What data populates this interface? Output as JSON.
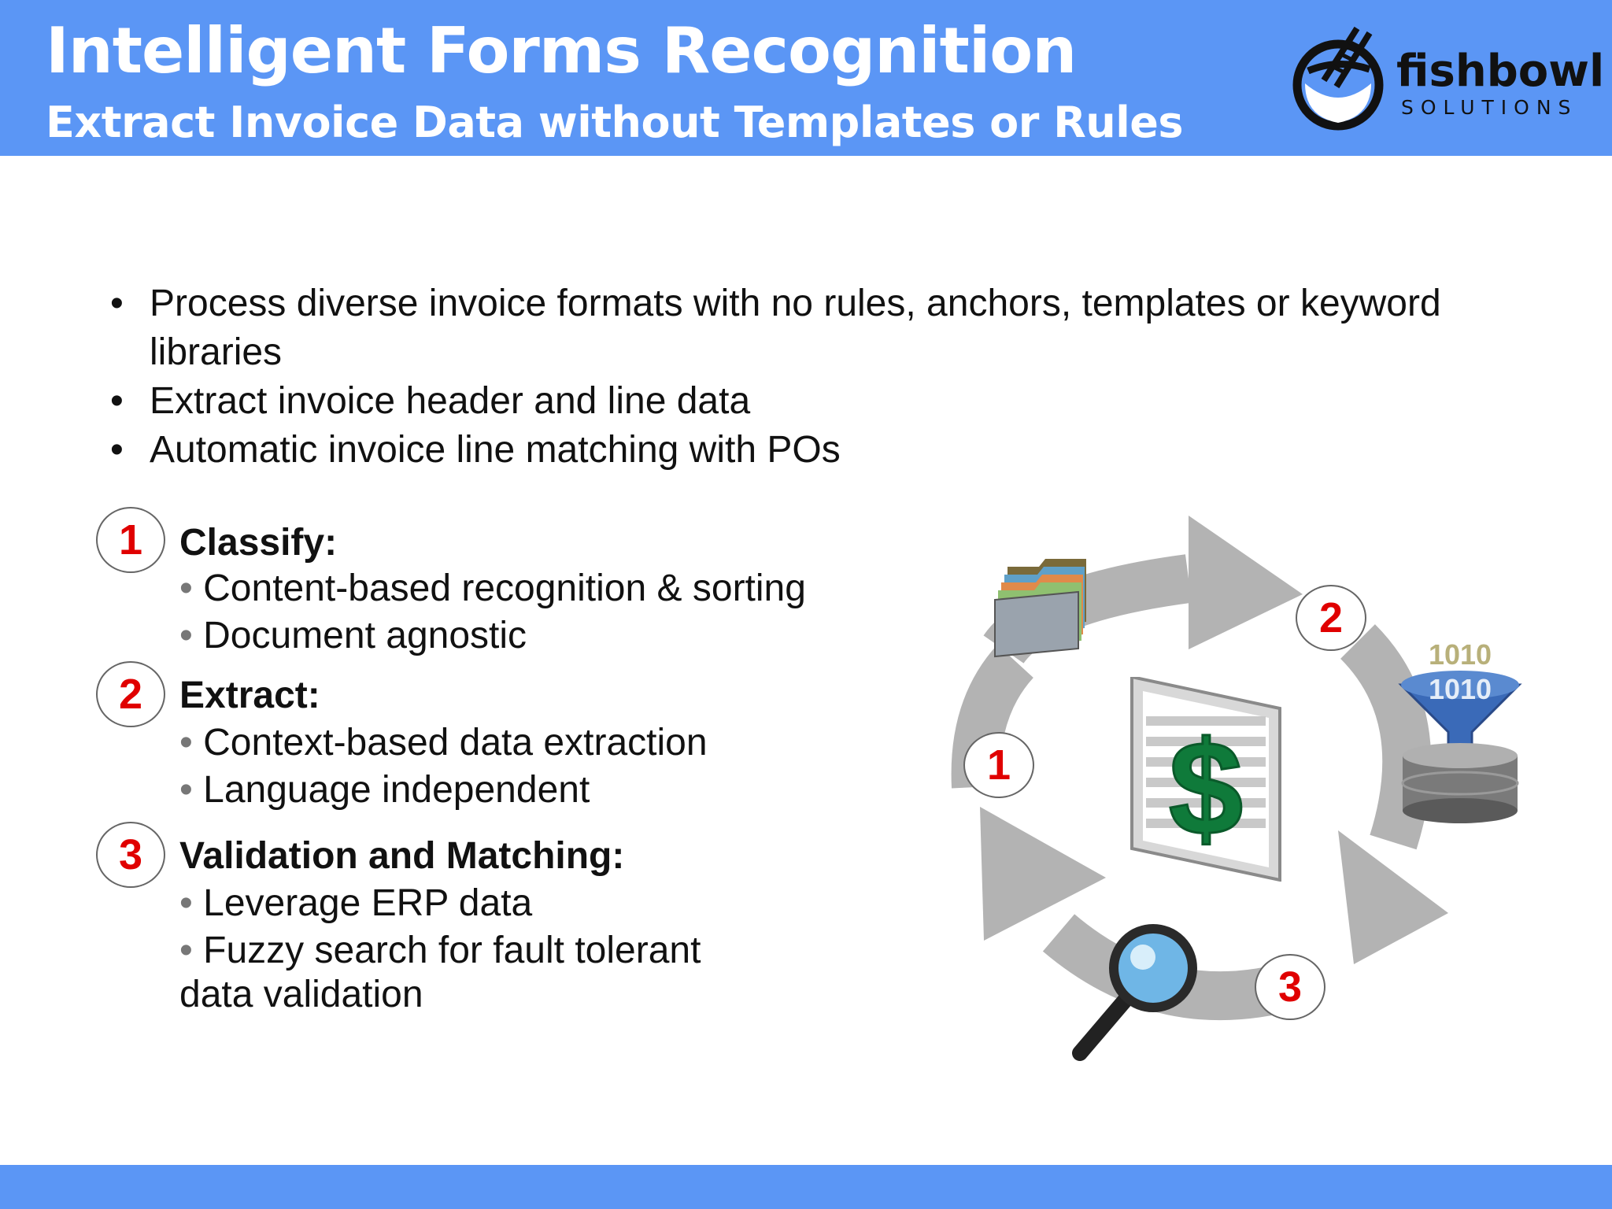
{
  "header": {
    "title": "Intelligent Forms Recognition",
    "subtitle": "Extract Invoice Data without Templates or Rules",
    "logo": {
      "word": "fishbowl",
      "sub": "SOLUTIONS"
    }
  },
  "bullets": [
    {
      "marker": "•",
      "lines": [
        "Process diverse invoice formats with no rules, anchors, templates or keyword",
        "libraries"
      ]
    },
    {
      "marker": "•",
      "lines": [
        "Extract invoice header and line data"
      ]
    },
    {
      "marker": "•",
      "lines": [
        "Automatic invoice line matching with POs"
      ]
    }
  ],
  "steps": [
    {
      "number": "1",
      "title": "Classify:",
      "items": [
        "Content-based recognition & sorting",
        "Document agnostic"
      ]
    },
    {
      "number": "2",
      "title": "Extract:",
      "items": [
        "Context-based data extraction",
        "Language independent"
      ]
    },
    {
      "number": "3",
      "title": "Validation and Matching:",
      "items": [
        "Leverage ERP data",
        "Fuzzy search for fault tolerant",
        "data validation"
      ]
    }
  ],
  "diagram": {
    "badges": [
      "1",
      "2",
      "3"
    ],
    "binary_text": [
      "1010",
      "1010"
    ],
    "dollar_symbol": "$",
    "icons": [
      "folder-stack-icon",
      "database-funnel-icon",
      "magnifier-icon",
      "invoice-document-icon",
      "cycle-arrows-icon"
    ]
  },
  "colors": {
    "header": "#5b96f5",
    "badge_number": "#e00000",
    "arrows": "#b3b3b3",
    "dollar": "#0f7a3a"
  }
}
